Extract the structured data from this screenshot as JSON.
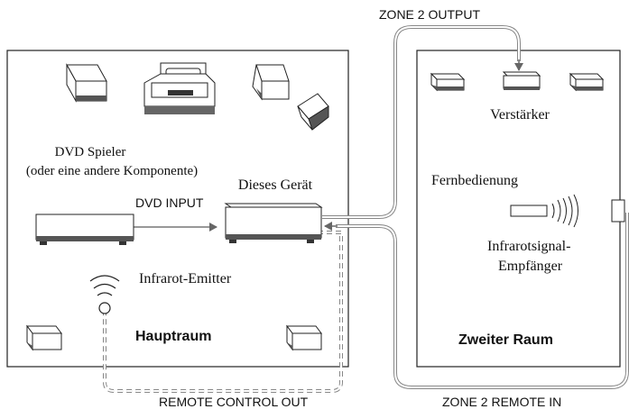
{
  "labels": {
    "zone2_output": "ZONE 2 OUTPUT",
    "dvd_player_line1": "DVD Spieler",
    "dvd_player_line2": "(oder eine andere Komponente)",
    "this_unit": "Dieses Gerät",
    "dvd_input": "DVD INPUT",
    "ir_emitter": "Infrarot-Emitter",
    "main_room": "Hauptraum",
    "amplifier": "Verstärker",
    "remote": "Fernbedienung",
    "ir_receiver_line1": "Infrarotsignal-",
    "ir_receiver_line2": "Empfänger",
    "second_room": "Zweiter Raum",
    "remote_control_out": "REMOTE CONTROL OUT",
    "zone2_remote_in": "ZONE 2 REMOTE IN"
  },
  "colors": {
    "line": "#222222",
    "cable": "#777777",
    "speaker_top": "#ffffff",
    "speaker_side": "#555555"
  },
  "icons": {
    "speaker": "speaker-icon",
    "tv": "tv-icon",
    "player": "dvd-player-icon",
    "receiver": "receiver-icon",
    "amplifier": "amplifier-icon",
    "remote": "remote-control-icon",
    "ir_emitter": "ir-emitter-icon",
    "ir_sensor": "ir-sensor-icon"
  }
}
